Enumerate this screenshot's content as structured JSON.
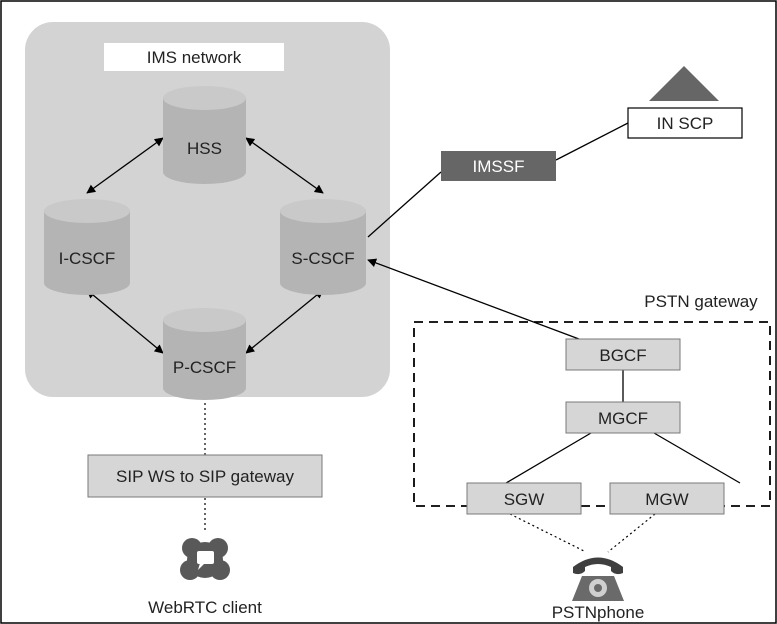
{
  "ims": {
    "title": "IMS network",
    "nodes": {
      "hss": "HSS",
      "icscf": "I-CSCF",
      "scscf": "S-CSCF",
      "pcscf": "P-CSCF"
    }
  },
  "imssf": "IMSSF",
  "in_scp": "IN SCP",
  "pstn_gateway": {
    "title": "PSTN gateway",
    "bgcf": "BGCF",
    "mgcf": "MGCF",
    "sgw": "SGW",
    "mgw": "MGW"
  },
  "sip_gateway": "SIP WS to SIP gateway",
  "webrtc_client": "WebRTC client",
  "pstn_phone": "PSTNphone",
  "colors": {
    "ims_area": "#d3d3d3",
    "cylinder_side": "#b4b4b4",
    "cylinder_top": "#c9c9c9",
    "box_fill": "#d6d6d6",
    "imssf_fill": "#666666",
    "triangle": "#666666"
  }
}
